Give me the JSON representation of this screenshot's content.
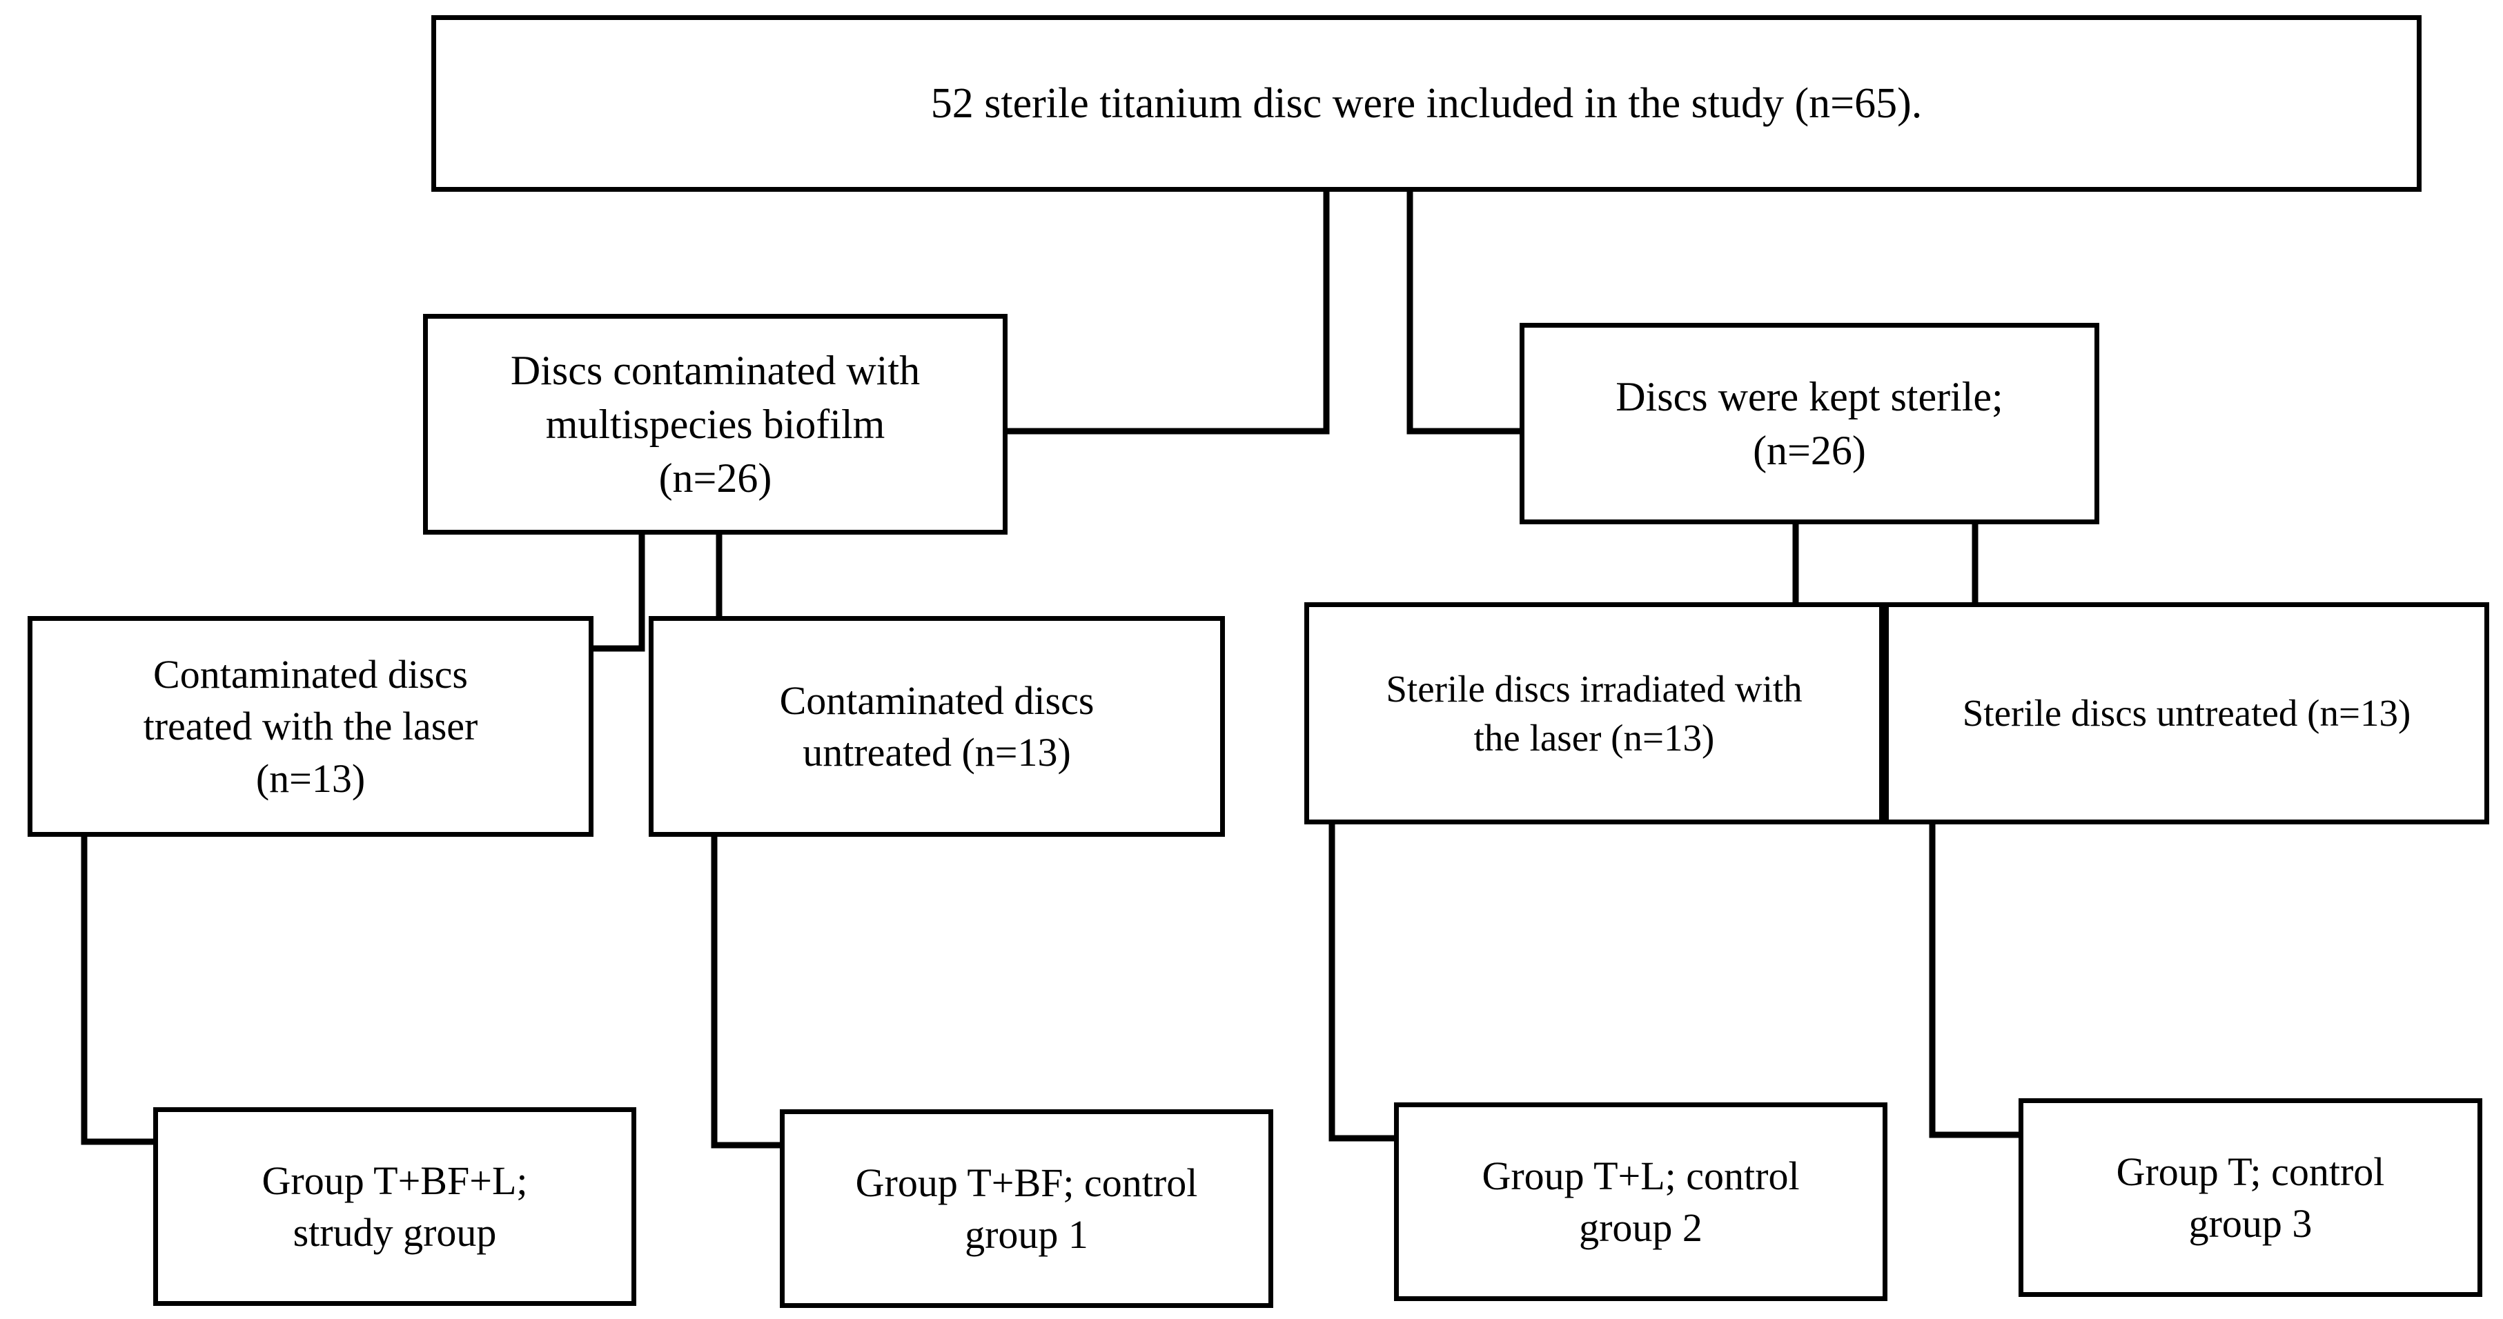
{
  "diagram": {
    "title_node": {
      "id": "root",
      "text": "52 sterile titanium disc were included in the study (n=65)."
    },
    "level2": [
      {
        "id": "contaminated-group",
        "text": "Discs contaminated with\nmultispecies biofilm\n(n=26)"
      },
      {
        "id": "sterile-group",
        "text": "Discs were kept sterile;\n(n=26)"
      }
    ],
    "level3": [
      {
        "id": "contaminated-laser",
        "text": "Contaminated discs\ntreated with the laser\n(n=13)"
      },
      {
        "id": "contaminated-untreated",
        "text": "Contaminated discs\nuntreated (n=13)"
      },
      {
        "id": "sterile-laser",
        "text": "Sterile discs irradiated with\nthe laser (n=13)"
      },
      {
        "id": "sterile-untreated",
        "text": "Sterile discs untreated (n=13)"
      }
    ],
    "level4": [
      {
        "id": "group-t-bf-l",
        "text": "Group T+BF+L;\nstrudy group"
      },
      {
        "id": "group-t-bf",
        "text": "Group T+BF; control\ngroup 1"
      },
      {
        "id": "group-t-l",
        "text": "Group T+L; control\ngroup 2"
      },
      {
        "id": "group-t",
        "text": "Group T; control\ngroup 3"
      }
    ],
    "style": {
      "line_color": "#000000",
      "box_border_color": "#000000",
      "box_fill": "#ffffff",
      "background": "#ffffff",
      "text_color": "#000000"
    }
  }
}
